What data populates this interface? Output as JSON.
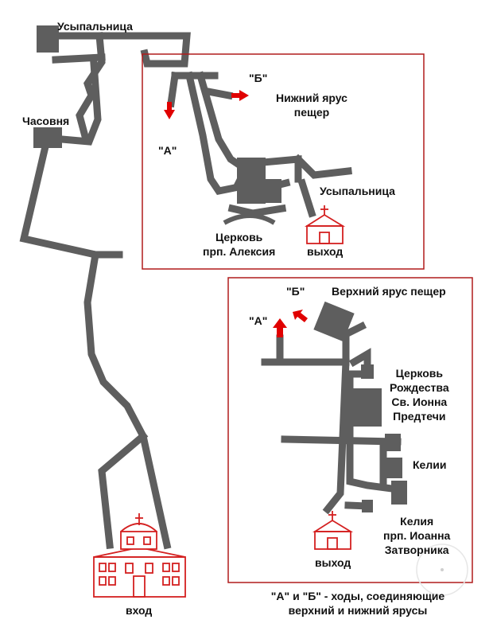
{
  "main_map": {
    "tomb_top": "Усыпальница",
    "chapel": "Часовня",
    "entrance": "вход"
  },
  "lower_tier": {
    "title": "Нижний ярус\nпещер",
    "marker_a": "\"А\"",
    "marker_b": "\"Б\"",
    "tomb": "Усыпальница",
    "church": "Церковь\nпрп. Алексия",
    "exit": "выход"
  },
  "upper_tier": {
    "title": "Верхний ярус пещер",
    "marker_a": "\"А\"",
    "marker_b": "\"Б\"",
    "church": "Церковь\nРождества\nСв. Ионна\nПредтечи",
    "cells": "Келии",
    "cell_ioann": "Келия\nпрп. Иоанна\nЗатворника",
    "exit": "выход"
  },
  "caption": "\"А\" и \"Б\" - ходы, соединяющие\nверхний и нижний ярусы",
  "colors": {
    "passage": "#5e5e5e",
    "accent": "#e00000",
    "frame": "#b11b1b",
    "building": "#d42020"
  }
}
